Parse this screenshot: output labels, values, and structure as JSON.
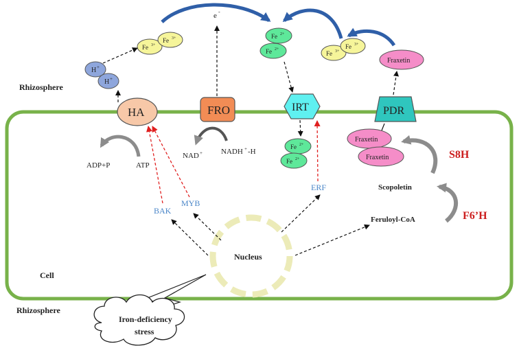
{
  "labels": {
    "rhizosphere_top": "Rhizosphere",
    "rhizosphere_bottom": "Rhizosphere",
    "cell": "Cell",
    "nucleus": "Nucleus",
    "stress_line1": "Iron-deficiency",
    "stress_line2": "stress",
    "electron": "e",
    "electron_sup": "-"
  },
  "transporters": {
    "ha": "HA",
    "fro": "FRO",
    "irt": "IRT",
    "pdr": "PDR"
  },
  "ions": {
    "fe3": "Fe",
    "fe3_sup": "3+",
    "fe2": "Fe",
    "fe2_sup": "2+",
    "h": "H",
    "h_sup": "+"
  },
  "metabolites": {
    "fraxetin": "Fraxetin",
    "scopoletin": "Scopoletin",
    "feruloyl": "Feruloyl-CoA",
    "adp": "ADP+P",
    "atp": "ATP",
    "nad": "NAD",
    "nad_sup": "+",
    "nadh": "NADH",
    "nadh_sup": "+",
    "nadh_suffix": "-H"
  },
  "regulators": {
    "bak": "BAK",
    "myb": "MYB",
    "erf": "ERF"
  },
  "enzymes": {
    "s8h": "S8H",
    "f6h": "F6’H"
  },
  "colors": {
    "membrane": "#78b24a",
    "ha_fill": "#f7c8a8",
    "fro_fill": "#f28c55",
    "irt_fill": "#5ff0f0",
    "pdr_fill": "#2fc6be",
    "fe3_fill": "#f6f59a",
    "fe2_fill": "#5ee89a",
    "h_fill": "#8ea6dc",
    "fraxetin_fill": "#f58dc8",
    "nucleus_stroke": "#ecebb8",
    "regulator_text": "#4a86c8",
    "enzyme_text": "#cc1f1f",
    "curve_arrow": "#2f5fa8"
  },
  "icons": [
    "lightning-bolt-icon",
    "cloud-icon"
  ]
}
